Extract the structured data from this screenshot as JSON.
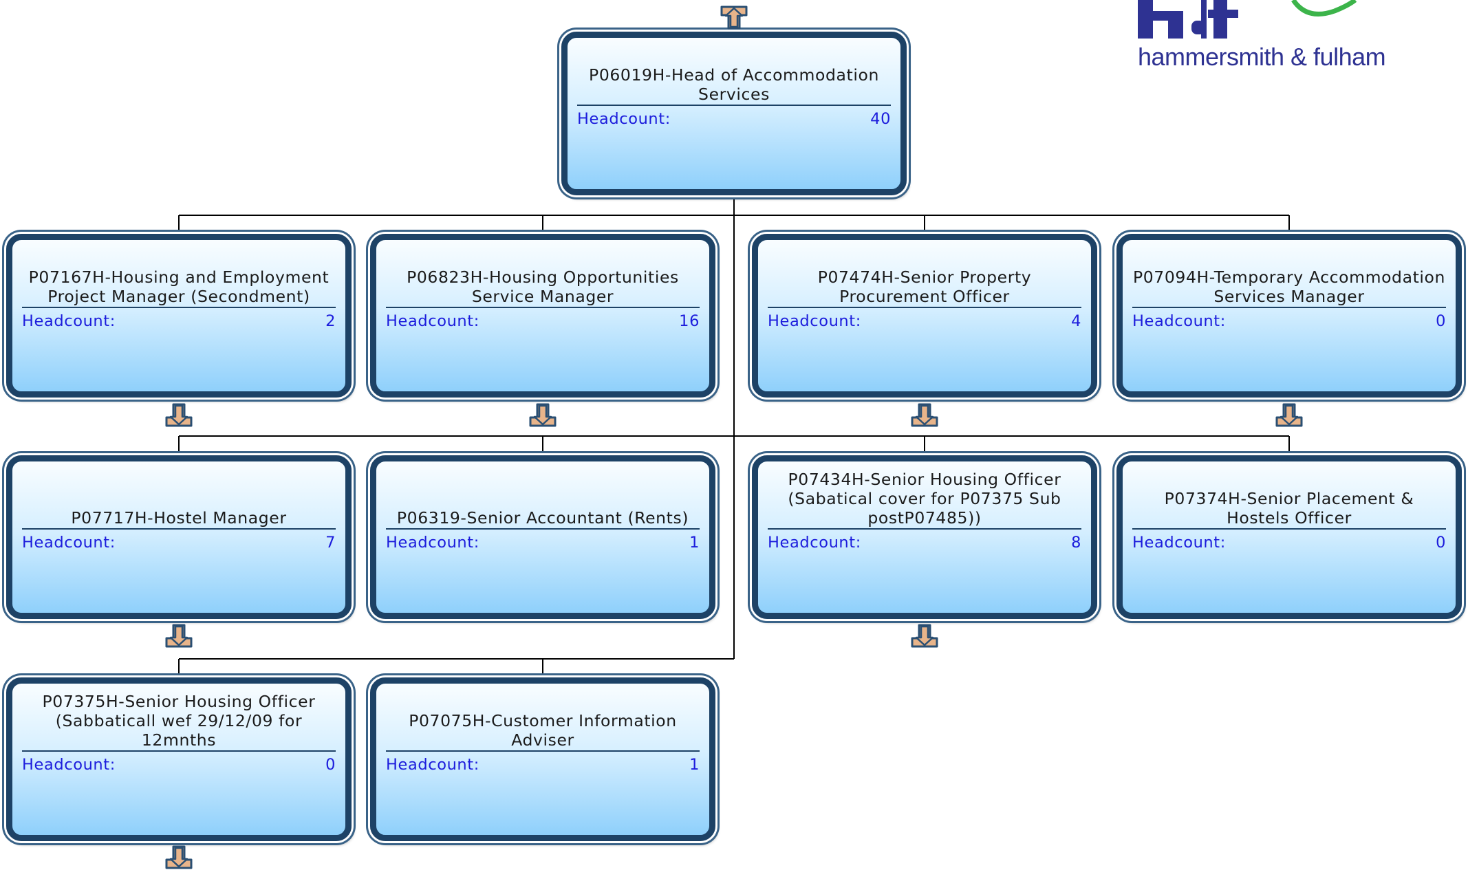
{
  "logo": {
    "mark": "h&f",
    "text": "hammersmith & fulham",
    "primary_color": "#2e3292",
    "accent_color": "#3cb44a"
  },
  "colors": {
    "box_border": "#1d4266",
    "box_fill_top": "#f9fdff",
    "box_fill_bottom": "#8fd0fb",
    "headcount_text": "#1c1cdc",
    "connector": "#000000",
    "expander_fill": "#e8b48a",
    "expander_stroke": "#2a4f73"
  },
  "icons": {
    "up": "expand-up-arrow-icon",
    "down": "expand-down-arrow-icon"
  },
  "headcount_label": "Headcount:",
  "nodes": [
    {
      "id": "root",
      "title": "P06019H-Head of Accommodation Services",
      "headcount": "40"
    },
    {
      "id": "n1",
      "title": "P07167H-Housing and Employment Project Manager (Secondment)",
      "headcount": "2"
    },
    {
      "id": "n2",
      "title": "P06823H-Housing Opportunities Service Manager",
      "headcount": "16"
    },
    {
      "id": "n3",
      "title": "P07474H-Senior Property Procurement Officer",
      "headcount": "4"
    },
    {
      "id": "n4",
      "title": "P07094H-Temporary Accommodation Services Manager",
      "headcount": "0"
    },
    {
      "id": "n5",
      "title": "P07717H-Hostel Manager",
      "headcount": "7"
    },
    {
      "id": "n6",
      "title": "P06319-Senior Accountant (Rents)",
      "headcount": "1"
    },
    {
      "id": "n7",
      "title": "P07434H-Senior Housing Officer (Sabatical cover for P07375 Sub postP07485))",
      "headcount": "8"
    },
    {
      "id": "n8",
      "title": "P07374H-Senior Placement & Hostels Officer",
      "headcount": "0"
    },
    {
      "id": "n9",
      "title": "P07375H-Senior Housing Officer (Sabbaticall wef 29/12/09 for 12mnths",
      "headcount": "0"
    },
    {
      "id": "n10",
      "title": "P07075H-Customer Information Adviser",
      "headcount": "1"
    }
  ]
}
